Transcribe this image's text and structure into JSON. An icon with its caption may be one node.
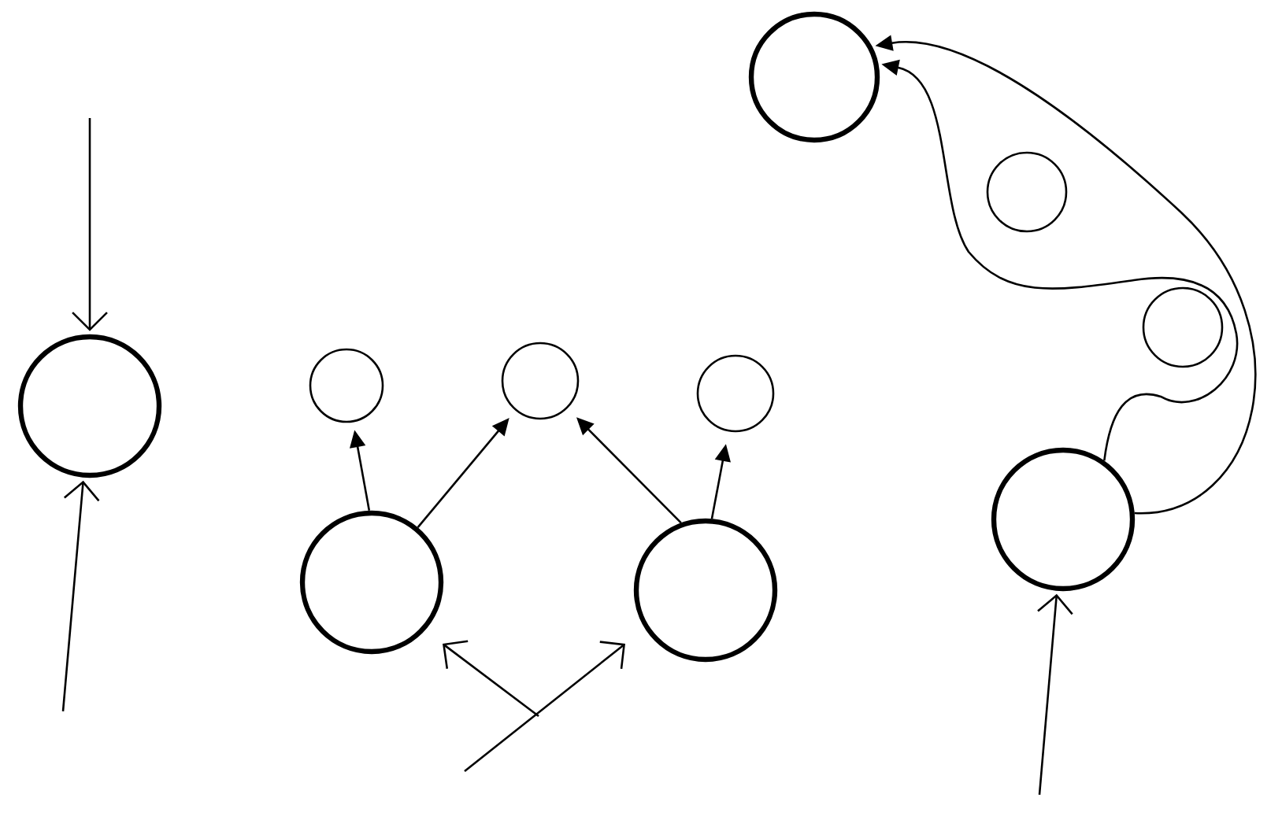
{
  "diagram": {
    "nodes": [
      {
        "text": [],
        "shape": "circle"
      },
      {
        "text": [],
        "shape": "circle"
      },
      {
        "text": [],
        "shape": "circle"
      },
      {
        "text": [],
        "shape": "circle"
      },
      {
        "text": [],
        "shape": "circle"
      },
      {
        "text": [],
        "shape": "circle"
      },
      {
        "text": [],
        "shape": "circle"
      },
      {
        "text": [],
        "shape": "circle"
      },
      {
        "text": [],
        "shape": "circle"
      },
      {
        "text": [],
        "shape": "circle"
      }
    ],
    "edges": [
      {
        "from": null,
        "to": 0,
        "arrow": "to"
      },
      {
        "from": null,
        "to": 0,
        "arrow": "to"
      },
      {
        "from": 4,
        "to": 1,
        "arrow": "to"
      },
      {
        "from": 4,
        "to": 2,
        "arrow": "to"
      },
      {
        "from": 5,
        "to": 2,
        "arrow": "to"
      },
      {
        "from": 5,
        "to": 3,
        "arrow": "to"
      },
      {
        "from": null,
        "to": 9,
        "arrow": "to"
      },
      {
        "from": 9,
        "to": 6,
        "arrow": "to"
      },
      {
        "from": 9,
        "to": 6,
        "arrow": "to"
      }
    ]
  }
}
